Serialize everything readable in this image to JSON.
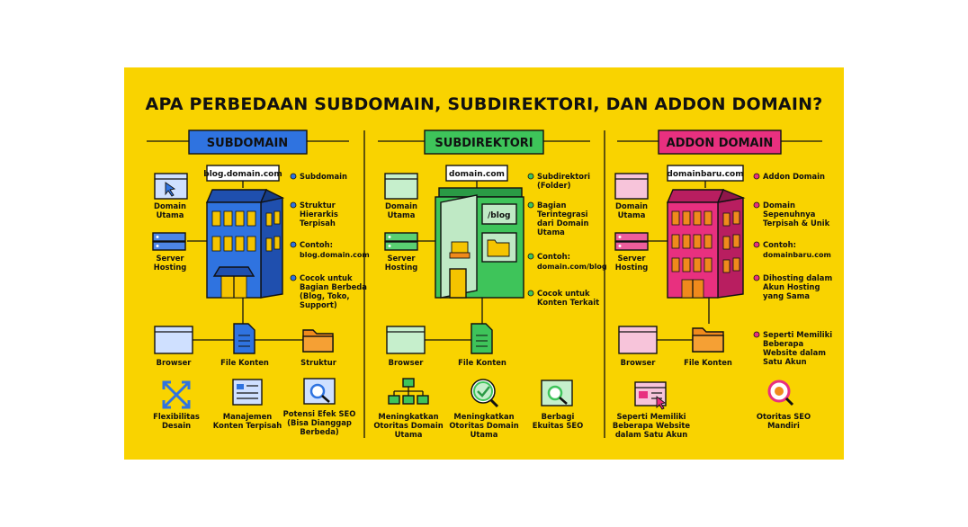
{
  "title": "APA PERBEDAAN SUBDOMAIN, SUBDIREKTORI, DAN ADDON DOMAIN?",
  "columns": [
    {
      "header": "SUBDOMAIN",
      "url": "blog.domain.com",
      "left_top": [
        "Domain",
        "Utama"
      ],
      "left_mid": [
        "Server",
        "Hosting"
      ],
      "bullets": [
        [
          "Subdomain"
        ],
        [
          "Struktur",
          "Hierarkis",
          "Terpisah"
        ],
        [
          "Contoh:",
          "blog.domain.com"
        ],
        [
          "Cocok untuk",
          "Bagian Berbeda",
          "(Blog, Toko,",
          "Support)"
        ]
      ],
      "row": [
        "Browser",
        "File Konten",
        "Struktur"
      ],
      "features": [
        [
          "Flexibilitas",
          "Desain"
        ],
        [
          "Manajemen",
          "Konten Terpisah"
        ],
        [
          "Potensi Efek SEO",
          "(Bisa Dianggap",
          "Berbeda)"
        ]
      ]
    },
    {
      "header": "SUBDIREKTORI",
      "url": "domain.com",
      "folder_label": "/blog",
      "left_top": [
        "Domain",
        "Utama"
      ],
      "left_mid": [
        "Server",
        "Hosting"
      ],
      "bullets": [
        [
          "Subdirektori",
          "(Folder)"
        ],
        [
          "Bagian",
          "Terintegrasi",
          "dari Domain",
          "Utama"
        ],
        [
          "Contoh:",
          "domain.com/blog"
        ],
        [
          "Cocok untuk",
          "Konten Terkait"
        ]
      ],
      "row": [
        "Browser",
        "File Konten"
      ],
      "features": [
        [
          "Meningkatkan",
          "Otoritas Domain",
          "Utama"
        ],
        [
          "Meningkatkan",
          "Otoritas Domain",
          "Utama"
        ],
        [
          "Berbagi",
          "Ekuitas SEO"
        ]
      ]
    },
    {
      "header": "ADDON DOMAIN",
      "url": "domainbaru.com",
      "left_top": [
        "Domain",
        "Utama"
      ],
      "left_mid": [
        "Server",
        "Hosting"
      ],
      "bullets": [
        [
          "Addon Domain"
        ],
        [
          "Domain",
          "Sepenuhnya",
          "Terpisah & Unik"
        ],
        [
          "Contoh:",
          "domainbaru.com"
        ],
        [
          "Dihosting dalam",
          "Akun Hosting",
          "yang Sama"
        ],
        [
          "Seperti Memiliki",
          "Beberapa",
          "Website dalam",
          "Satu Akun"
        ]
      ],
      "row": [
        "Browser",
        "File Konten"
      ],
      "features": [
        [
          "Seperti Memiliki",
          "Beberapa Website",
          "dalam Satu Akun"
        ],
        [
          "Otoritas SEO",
          "Mandiri"
        ]
      ]
    }
  ],
  "colors": {
    "background": "#f9d300",
    "subdomain": "#2f73e0",
    "subdirektori": "#3ec45a",
    "addon": "#e8307f",
    "header_text": "#111111"
  },
  "icons": [
    "cursor-icon",
    "server-icon",
    "browser-icon",
    "file-icon",
    "folder-icon",
    "arrows-icon",
    "content-list-icon",
    "seo-search-icon",
    "hierarchy-icon",
    "check-magnifier-icon"
  ]
}
